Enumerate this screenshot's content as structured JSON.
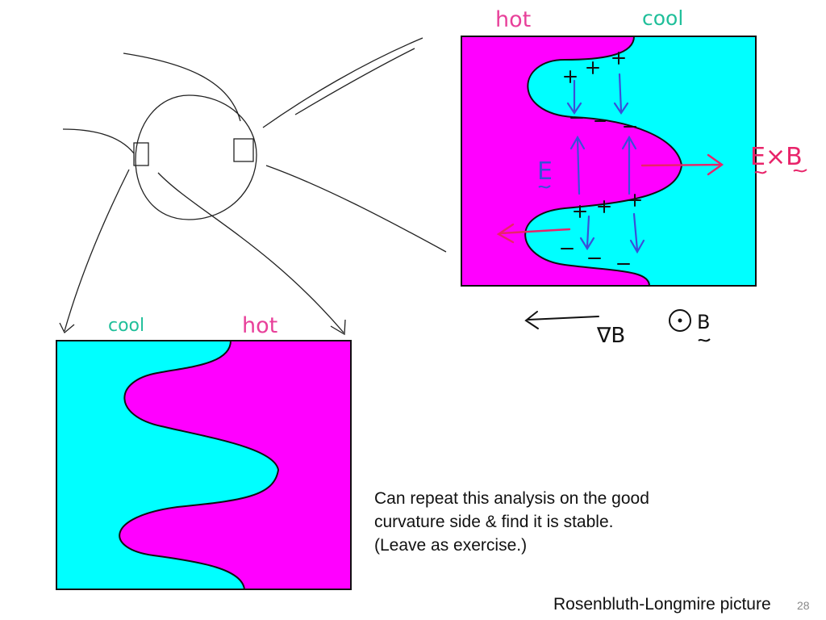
{
  "labels": {
    "top_hot": "hot",
    "top_cool": "cool",
    "bottom_cool": "cool",
    "bottom_hot": "hot",
    "e_field": "E",
    "exb": "E×B",
    "grad_b": "∇B",
    "b_dot": "B"
  },
  "caption": {
    "line1": "Can repeat this analysis on the good",
    "line2": "curvature side & find it is stable.",
    "line3": "(Leave as exercise.)"
  },
  "footer": "Rosenbluth-Longmire picture",
  "page_number": "28",
  "colors": {
    "hot": "#ff00ff",
    "cool": "#00ffff",
    "hot_label": "#e8409a",
    "cool_label": "#1fbf9a",
    "arrow_blue": "#3a4fd8",
    "exb_red": "#e8246a"
  }
}
